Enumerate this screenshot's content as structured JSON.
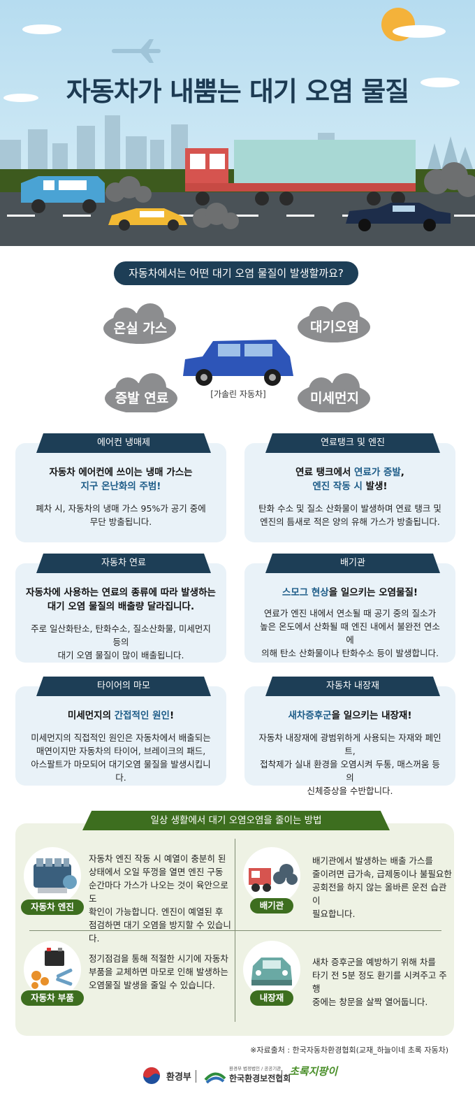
{
  "hero": {
    "title": "자동차가 내뿜는 대기 오염 물질"
  },
  "question": "자동차에서는 어떤 대기 오염 물질이 발생할까요?",
  "clouds": {
    "top_left": "온실 가스",
    "top_right": "대기오염",
    "bottom_left": "증발 연료",
    "bottom_right": "미세먼지"
  },
  "car_caption": "[가솔린 자동차]",
  "cards": [
    {
      "tab": "에어컨 냉매제",
      "head_1": "자동차 에어컨에 쓰이는 냉매 가스는",
      "head_2": "지구 온난화의 주범!",
      "body_1": "폐차 시, 자동차의 냉매 가스 95%가 공기 중에",
      "body_2": "무단 방출됩니다."
    },
    {
      "tab": "연료탱크 및 엔진",
      "head_1a": "연료 탱크에서 ",
      "head_1b": "연료가 증발",
      "head_1c": ",",
      "head_2a": "엔진 작동 시",
      "head_2b": " 발생!",
      "body_1": "탄화 수소 및 질소 산화물이 발생하며 연료 탱크 및",
      "body_2": "엔진의 틈새로 적은 양의 유해 가스가 방출됩니다."
    },
    {
      "tab": "자동차 연료",
      "head_1": "자동차에 사용하는 연료의 종류에 따라 발생하는",
      "head_2": "대기 오염 물질의 배출량 달라집니다.",
      "body_1": "주로 일산화탄소, 탄화수소, 질소산화물, 미세먼지 등의",
      "body_2": "대기 오염 물질이 많이 배출됩니다."
    },
    {
      "tab": "배기관",
      "head_1a": "스모그 현상",
      "head_1b": "을 일으키는 오염물질!",
      "body_1": "연료가 엔진 내에서 연소될 때 공기 중의 질소가",
      "body_2": "높은 온도에서 산화될 때 엔진 내에서 불완전 연소에",
      "body_3": "의해 탄소 산화물이나 탄화수소 등이 발생합니다."
    },
    {
      "tab": "타이어의 마모",
      "head_1a": "미세먼지의 ",
      "head_1b": "간접적인 원인",
      "head_1c": "!",
      "body_1": "미세먼지의 직접적인 원인은 자동차에서 배출되는",
      "body_2": "매연이지만 자동차의 타이어, 브레이크의 패드,",
      "body_3": "아스팔트가 마모되어 대기오염 물질을 발생시킵니다."
    },
    {
      "tab": "자동차 내장재",
      "head_1a": "새차증후군",
      "head_1b": "을 일으키는 내장재!",
      "body_1": "자동차 내장재에 광범위하게 사용되는 자재와 페인트,",
      "body_2": "접착제가 실내 환경을 오염시켜 두통, 매스꺼움 등의",
      "body_3": "신체증상을 수반합니다."
    }
  ],
  "tips": {
    "title": "일상 생활에서 대기 오염오염을 줄이는 방법",
    "items": [
      {
        "badge": "자동차 엔진",
        "lines": [
          "자동차 엔진 작동 시 예열이 충분히 된",
          "상태에서 오일 뚜껑을 열면 엔진 구동",
          "순간마다 가스가 나오는 것이 육안으로도",
          "확인이 가능합니다. 엔진이 예열된 후",
          "점검하면 대기 오염을 방지할 수 있습니다."
        ]
      },
      {
        "badge": "배기관",
        "lines": [
          "배기관에서 발생하는 배출 가스를",
          "줄이려면 급가속, 급제동이나 불필요한",
          "공회전을 하지 않는 올바른 운전 습관이",
          "필요합니다."
        ]
      },
      {
        "badge": "자동차 부품",
        "lines": [
          "정기점검을 통해 적절한 시기에 자동차",
          "부품을 교체하면 마모로 인해 발생하는",
          "오염물질 발생을 줄일 수 있습니다."
        ]
      },
      {
        "badge": "내장재",
        "lines": [
          "새차 증후군을 예방하기 위해 차를",
          "타기 전 5분 정도 환기를 시켜주고 주행",
          "중에는 창문을 살짝 열어둡니다."
        ]
      }
    ]
  },
  "source": "※자료출처 : 한국자동차환경협회(교재_하늘이네 초록 자동차)",
  "footer": {
    "ministry": "환경부",
    "assoc_small": "환경부 법정법인 / 공공기관",
    "assoc": "한국환경보전협회",
    "green": "초록지팡이"
  },
  "colors": {
    "navy": "#1d3e56",
    "green": "#3d6e1f",
    "card_bg": "#e9f2f8",
    "tips_bg": "#eef2e4",
    "highlight": "#1d5c88"
  }
}
